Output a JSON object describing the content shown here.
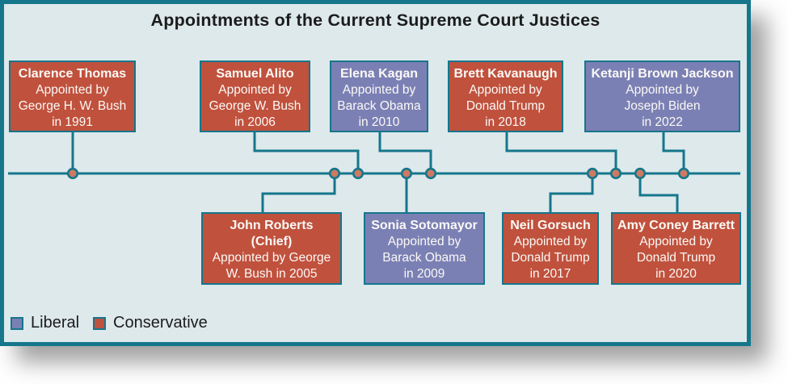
{
  "title": "Appointments of the Current Supreme Court Justices",
  "colors": {
    "liberal": "#7b80b4",
    "conservative": "#c0513d",
    "timeline": "#15768c",
    "dot_fill": "#cd7a62",
    "panel_background": "#dde9eb"
  },
  "legend": {
    "items": [
      {
        "label": "Liberal",
        "party": "liberal"
      },
      {
        "label": "Conservative",
        "party": "conservative"
      }
    ]
  },
  "justices": [
    {
      "name": "Clarence Thomas",
      "party": "conservative",
      "lines": [
        "Appointed by",
        "George H. W. Bush",
        "in 1991"
      ]
    },
    {
      "name": "Samuel Alito",
      "party": "conservative",
      "lines": [
        "Appointed by",
        "George W. Bush",
        "in 2006"
      ]
    },
    {
      "name": "Elena Kagan",
      "party": "liberal",
      "lines": [
        "Appointed by",
        "Barack Obama",
        "in 2010"
      ]
    },
    {
      "name": "Brett Kavanaugh",
      "party": "conservative",
      "lines": [
        "Appointed by",
        "Donald Trump",
        "in 2018"
      ]
    },
    {
      "name": "Ketanji Brown Jackson",
      "party": "liberal",
      "lines": [
        "Appointed by",
        "Joseph Biden",
        "in 2022"
      ]
    },
    {
      "name": "John Roberts",
      "chief": "(Chief)",
      "party": "conservative",
      "lines": [
        "Appointed by George",
        "W. Bush in 2005"
      ]
    },
    {
      "name": "Sonia Sotomayor",
      "party": "liberal",
      "lines": [
        "Appointed by",
        "Barack Obama",
        "in 2009"
      ]
    },
    {
      "name": "Neil Gorsuch",
      "party": "conservative",
      "lines": [
        "Appointed by",
        "Donald Trump",
        "in 2017"
      ]
    },
    {
      "name": "Amy Coney Barrett",
      "party": "conservative",
      "lines": [
        "Appointed by",
        "Donald Trump",
        "in 2020"
      ]
    }
  ]
}
